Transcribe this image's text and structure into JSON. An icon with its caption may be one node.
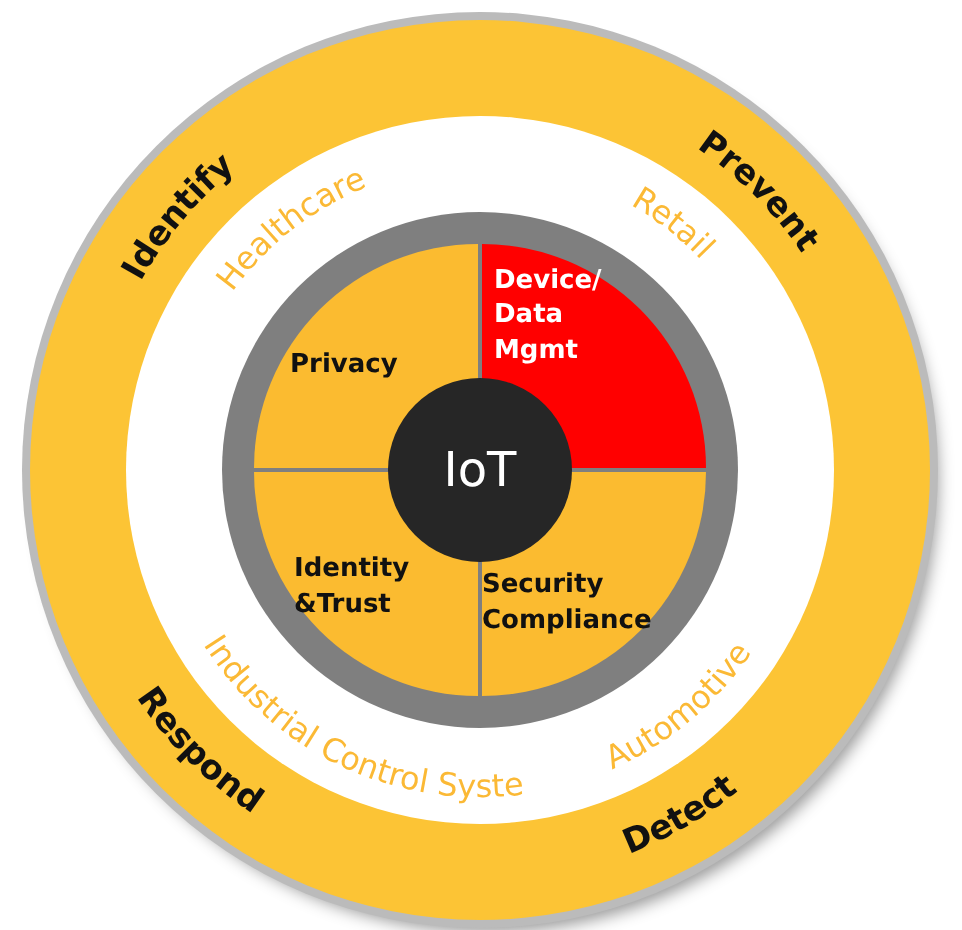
{
  "diagram": {
    "nodes": [
      {
        "text": [],
        "shape": "circle"
      },
      {
        "text": [
          "Healthcare",
          "Retail",
          "Industrial Control Syste",
          "Automotive"
        ],
        "in": 0
      },
      {
        "text": [
          "Privacy"
        ],
        "in": 1
      },
      {
        "text": [
          "Device/ Data Mgmt"
        ],
        "in": 1
      },
      {
        "text": [
          "Identity &Trust"
        ],
        "in": 1
      },
      {
        "text": [
          "Security Compliance"
        ],
        "in": 1
      },
      {
        "text": [
          "IoT"
        ],
        "in": 1
      }
    ],
    "edges": [],
    "labels": [
      "Identify",
      "Prevent",
      "Respond",
      "Detect"
    ]
  }
}
